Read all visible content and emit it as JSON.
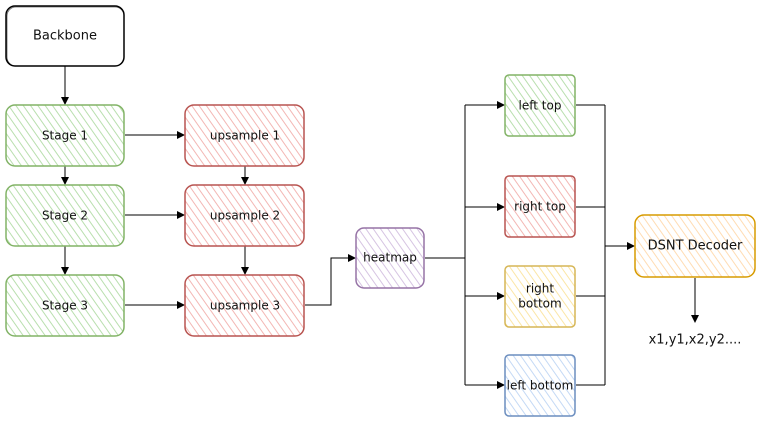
{
  "nodes": {
    "backbone": "Backbone",
    "stage1": "Stage 1",
    "stage2": "Stage 2",
    "stage3": "Stage 3",
    "upsample1": "upsample 1",
    "upsample2": "upsample 2",
    "upsample3": "upsample 3",
    "heatmap": "heatmap",
    "left_top": "left top",
    "right_top": "right top",
    "right_bottom_line1": "right",
    "right_bottom_line2": "bottom",
    "left_bottom": "left bottom",
    "dsnt_decoder": "DSNT Decoder"
  },
  "output_text": "x1,y1,x2,y2....",
  "colors": {
    "black": "#000000",
    "green_stroke": "#82b366",
    "green_fill": "#d5e8d4",
    "red_stroke": "#b85450",
    "red_fill": "#f8cecc",
    "purple_stroke": "#9673a6",
    "purple_fill": "#e1d5e7",
    "yellow_stroke": "#d6b656",
    "yellow_fill": "#fff2cc",
    "blue_stroke": "#6c8ebf",
    "blue_fill": "#dae8fc",
    "orange_stroke": "#d79b00",
    "orange_fill": "#ffe6cc"
  }
}
